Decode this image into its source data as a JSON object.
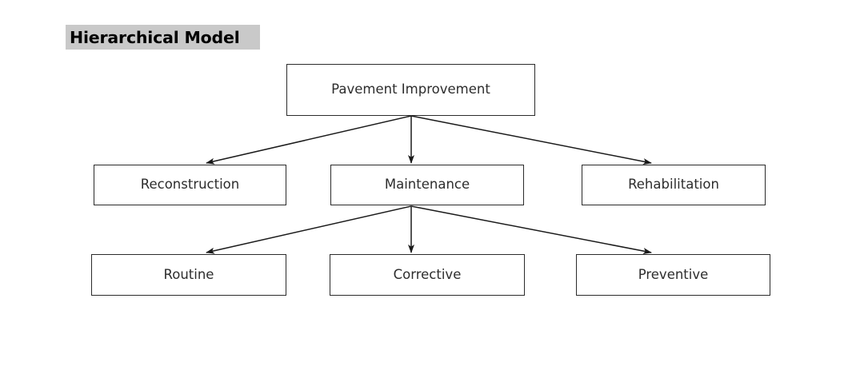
{
  "title": {
    "text": "Hierarchical Model",
    "highlight_color": "#c9c9c9",
    "text_color": "#000000"
  },
  "diagram": {
    "type": "hierarchy-tree",
    "levels": 3,
    "box_border_color": "#2b2b2b",
    "box_fill_color": "#ffffff",
    "connector_color": "#1a1a1a",
    "nodes": {
      "root": {
        "label": "Pavement Improvement"
      },
      "level2": [
        {
          "label": "Reconstruction"
        },
        {
          "label": "Maintenance"
        },
        {
          "label": "Rehabilitation"
        }
      ],
      "level3": [
        {
          "label": "Routine"
        },
        {
          "label": "Corrective"
        },
        {
          "label": "Preventive"
        }
      ]
    },
    "edges": [
      {
        "from": "Pavement Improvement",
        "to": "Reconstruction"
      },
      {
        "from": "Pavement Improvement",
        "to": "Maintenance"
      },
      {
        "from": "Pavement Improvement",
        "to": "Rehabilitation"
      },
      {
        "from": "Maintenance",
        "to": "Routine"
      },
      {
        "from": "Maintenance",
        "to": "Corrective"
      },
      {
        "from": "Maintenance",
        "to": "Preventive"
      }
    ]
  }
}
